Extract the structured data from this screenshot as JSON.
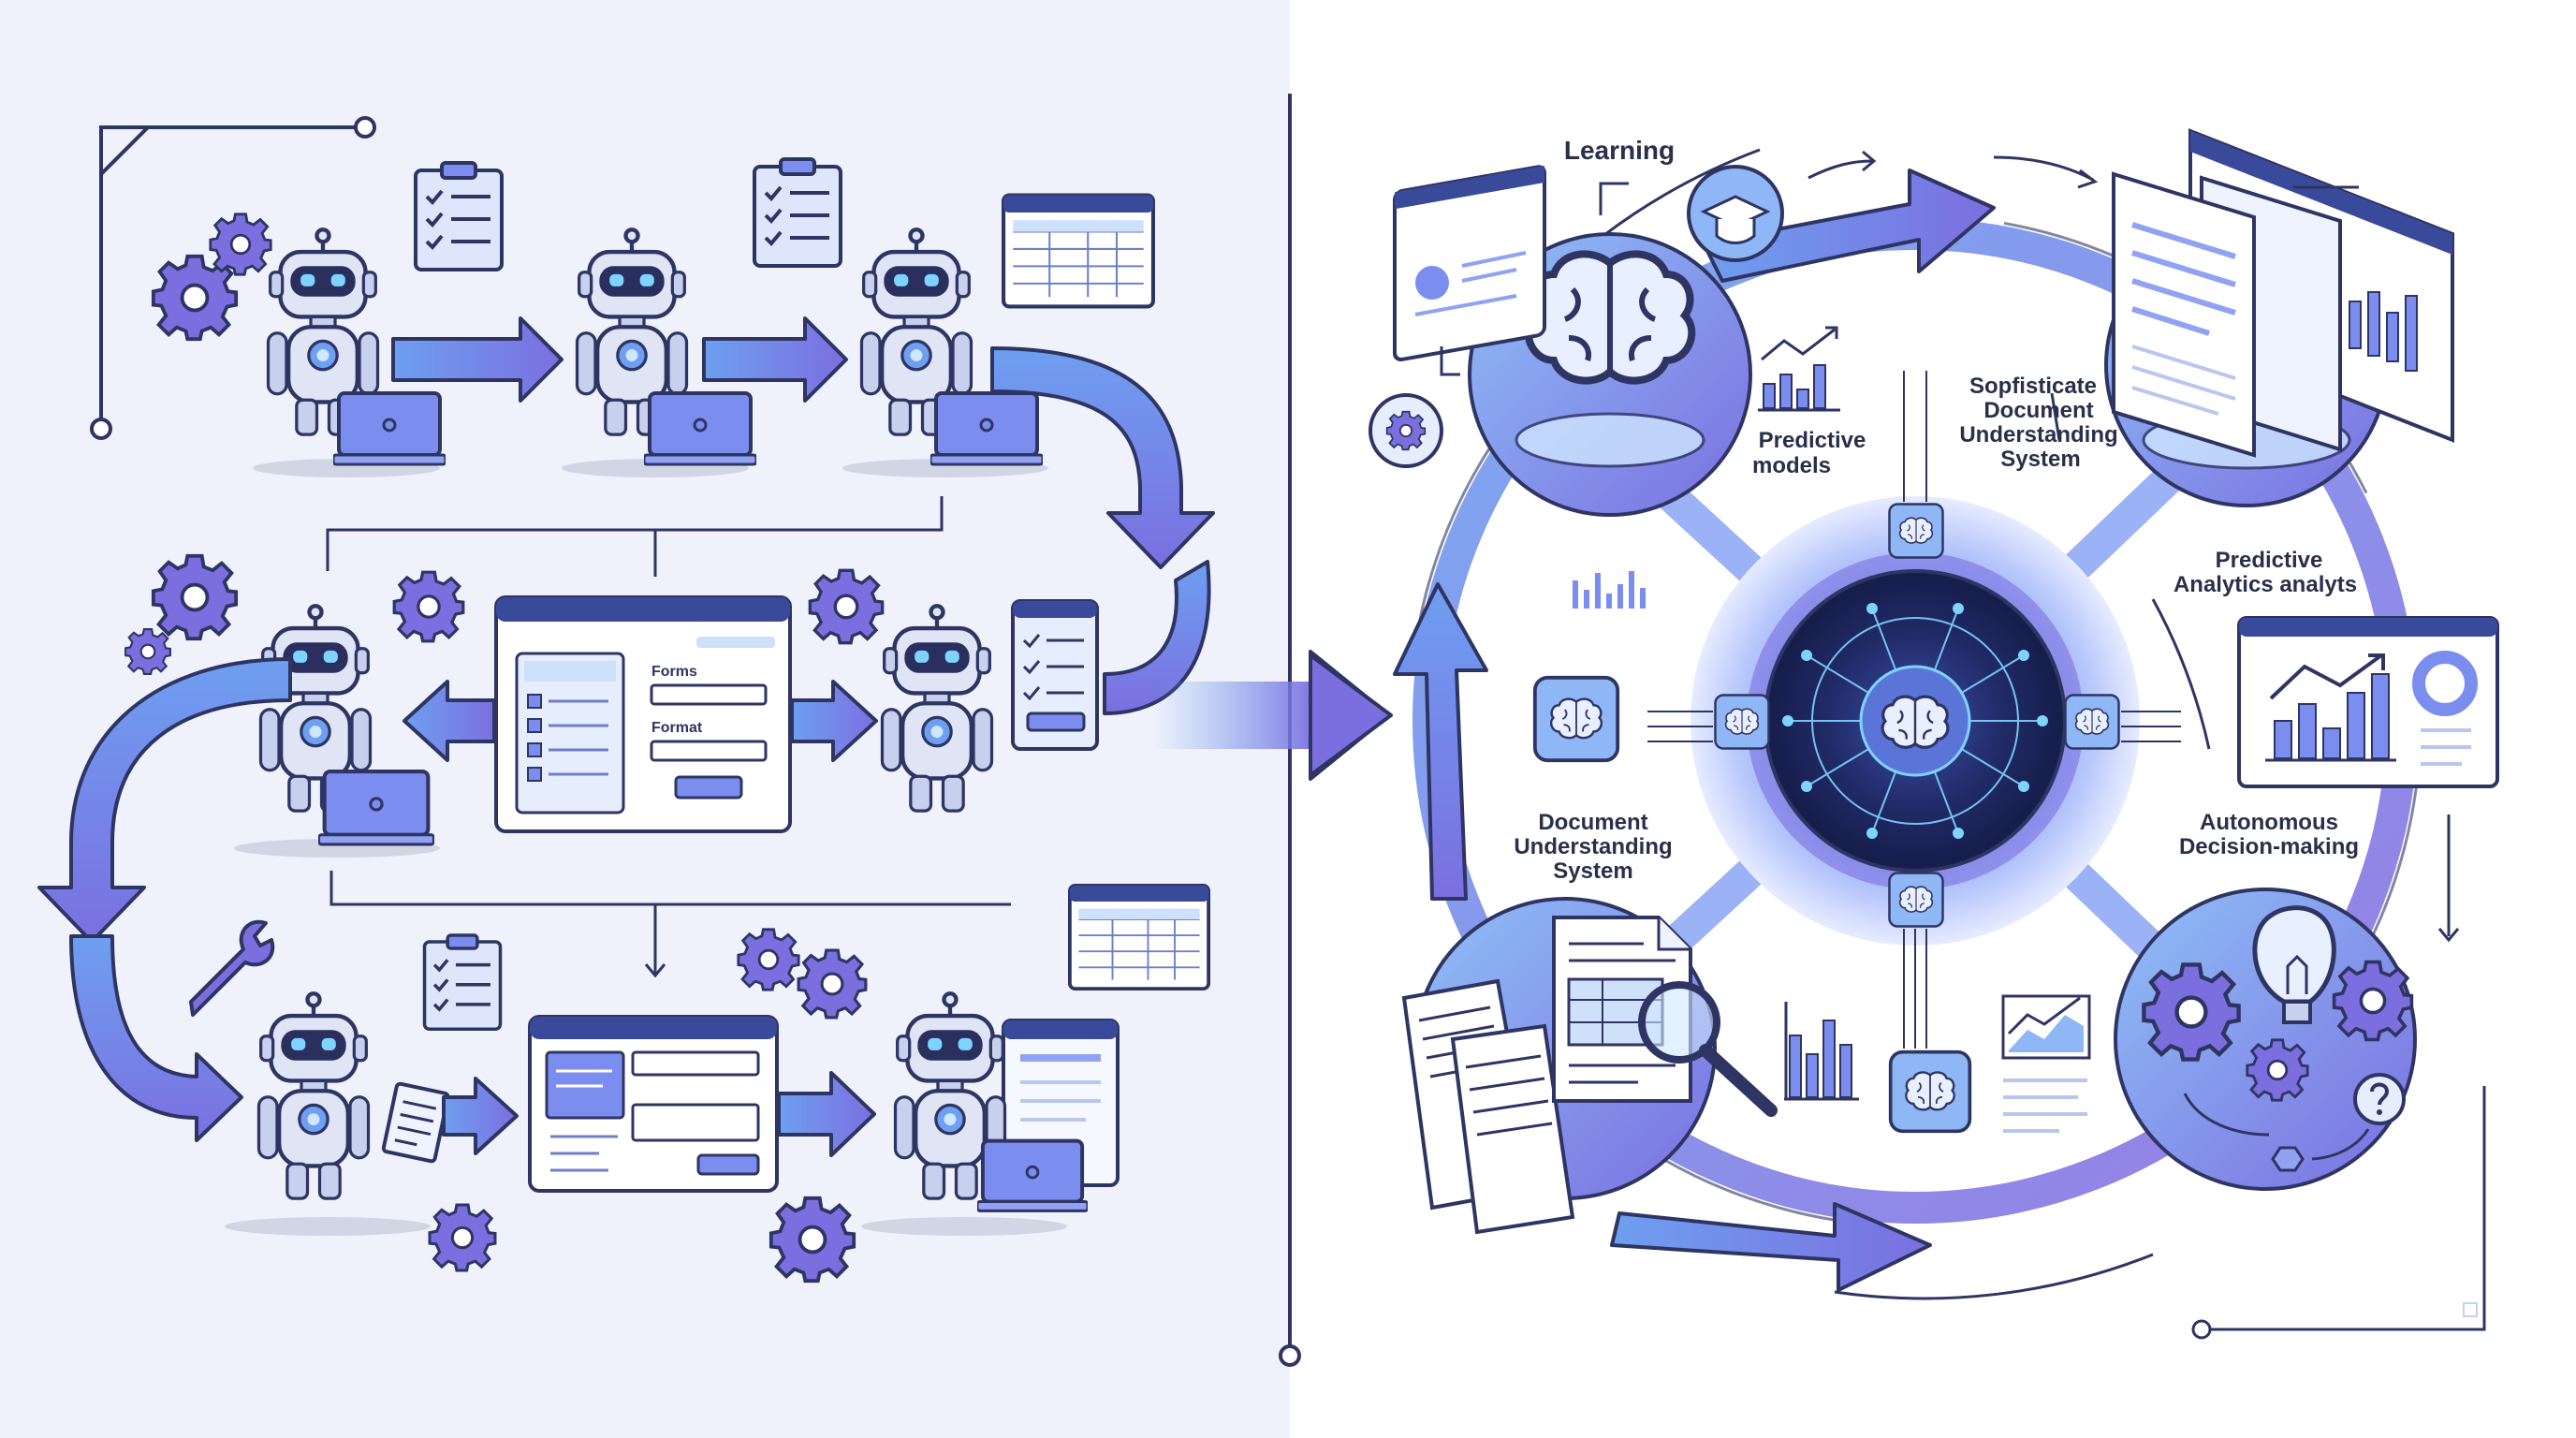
{
  "left_panel": {
    "form_labels": {
      "forms": "Forms",
      "format": "Format"
    }
  },
  "right_panel": {
    "labels": {
      "learning": "Learning",
      "predictive_models_1": "Predictive",
      "predictive_models_2": "models",
      "sophisticated_1": "Sopfisticate",
      "sophisticated_2": "Document",
      "sophisticated_3": "Understanding",
      "sophisticated_4": "System",
      "analytics_1": "Predictive",
      "analytics_2": "Analytics analyts",
      "document_1": "Document",
      "document_2": "Understanding",
      "document_3": "System",
      "autonomous_1": "Autonomous",
      "autonomous_2": "Decision-making"
    }
  },
  "colors": {
    "background_left": "#eff2fb",
    "background_right": "#ffffff",
    "navy": "#2f3563",
    "purple": "#7b6fe0",
    "blue": "#6e9ff0",
    "light_blue": "#cfe0fb",
    "robot_body": "#dfe5f5",
    "robot_visor": "#2a2f5e",
    "eye": "#7fd3ff"
  }
}
